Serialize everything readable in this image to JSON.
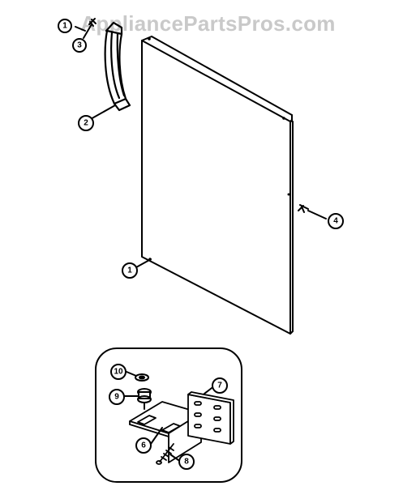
{
  "watermark": "AppliancePartsPros.com",
  "callouts": {
    "door_panel": "1",
    "handle": "2",
    "handle_screw": "3",
    "door_screw": "4",
    "hinge": "6",
    "hinge_plate": "7",
    "hinge_screw": "8",
    "hinge_pin": "9",
    "washer": "10"
  }
}
